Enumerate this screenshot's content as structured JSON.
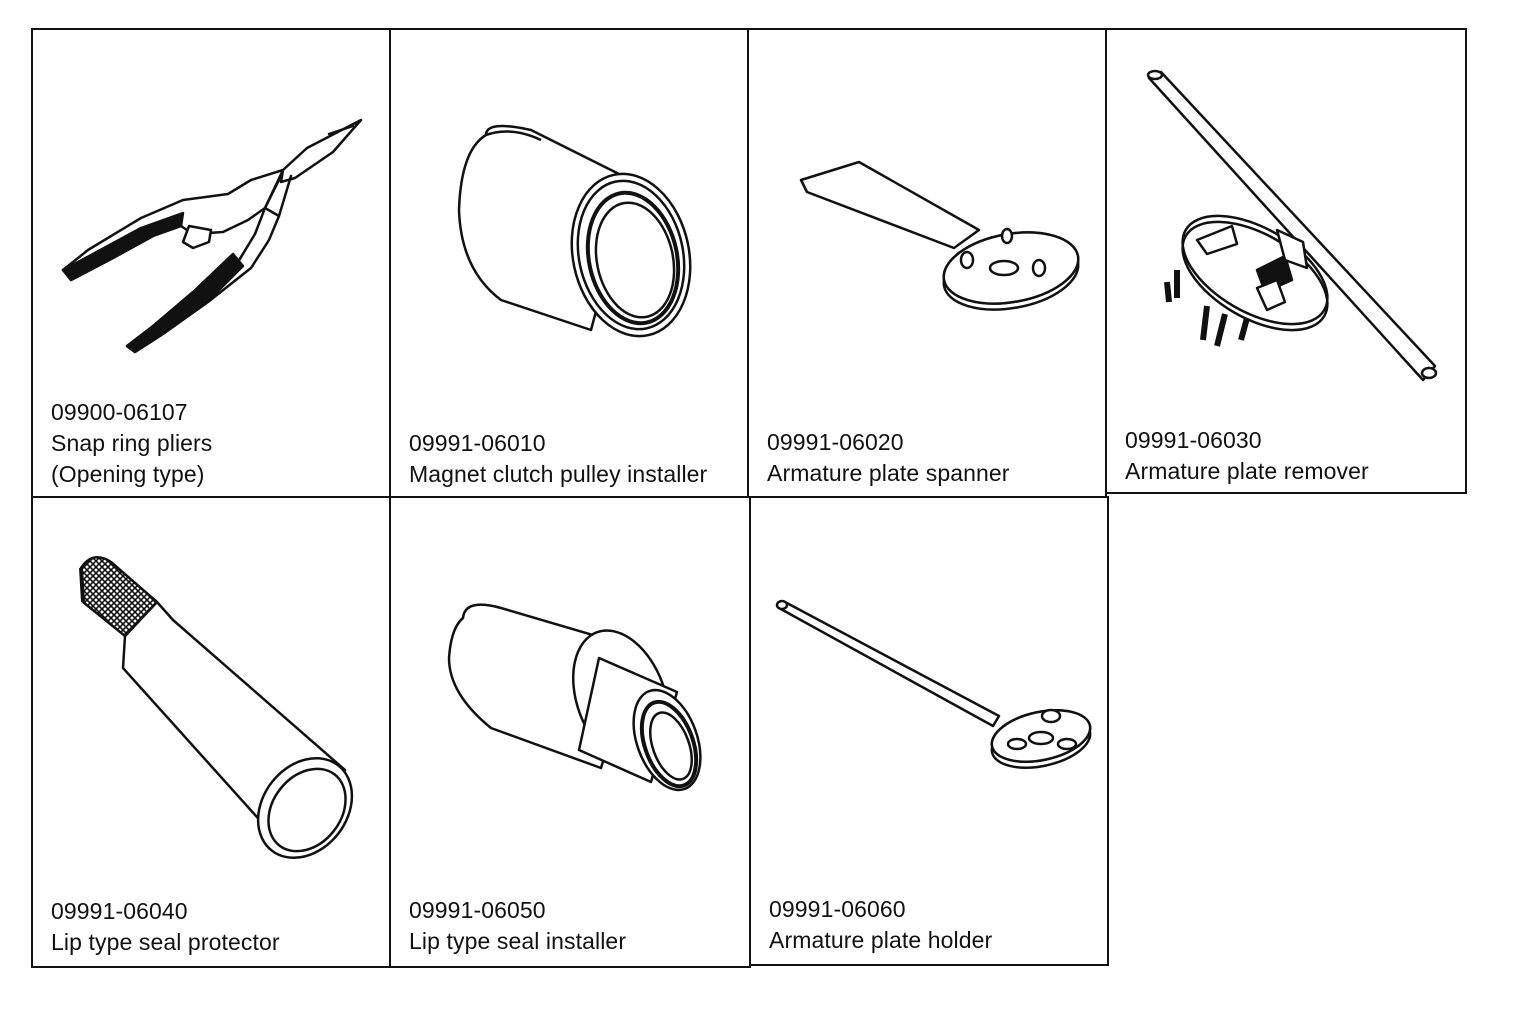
{
  "catalog": {
    "tools": [
      {
        "part_number": "09900-06107",
        "name": "Snap ring pliers",
        "note": "(Opening type)",
        "icon": "snap-ring-pliers-icon"
      },
      {
        "part_number": "09991-06010",
        "name": "Magnet clutch pulley installer",
        "icon": "pulley-installer-icon"
      },
      {
        "part_number": "09991-06020",
        "name": "Armature plate spanner",
        "icon": "armature-plate-spanner-icon"
      },
      {
        "part_number": "09991-06030",
        "name": "Armature plate remover",
        "icon": "armature-plate-remover-icon"
      },
      {
        "part_number": "09991-06040",
        "name": "Lip type seal protector",
        "icon": "seal-protector-icon"
      },
      {
        "part_number": "09991-06050",
        "name": "Lip type seal installer",
        "icon": "seal-installer-icon"
      },
      {
        "part_number": "09991-06060",
        "name": "Armature plate holder",
        "icon": "armature-plate-holder-icon"
      }
    ]
  }
}
